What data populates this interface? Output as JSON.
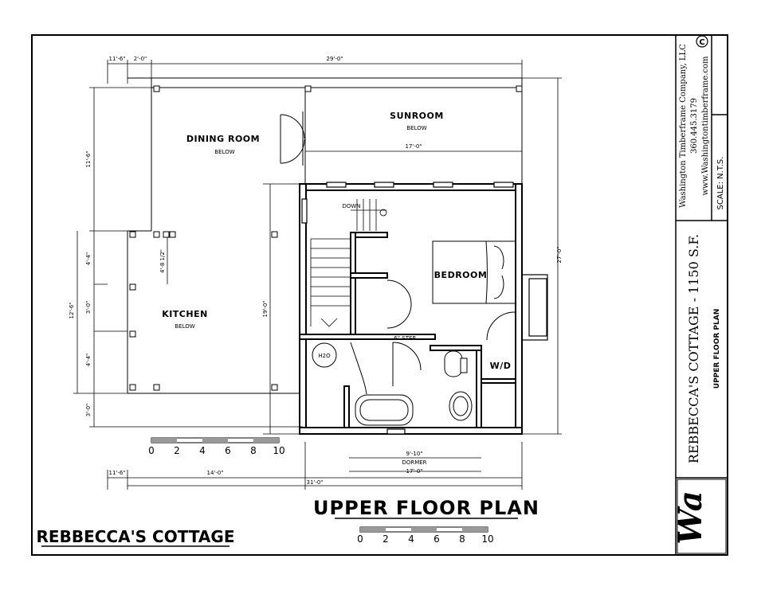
{
  "rooms": {
    "dining": {
      "name": "DINING ROOM",
      "note": "BELOW"
    },
    "sunroom": {
      "name": "SUNROOM",
      "note": "BELOW"
    },
    "kitchen": {
      "name": "KITCHEN",
      "note": "BELOW"
    },
    "bedroom": {
      "name": "BEDROOM"
    },
    "wd": {
      "name": "W/D"
    },
    "h2o": {
      "name": "H2O"
    },
    "down": {
      "name": "DOWN"
    },
    "step": {
      "name": "6\" STEP"
    },
    "dormer": {
      "name": "DORMER"
    }
  },
  "dimensions": {
    "top_a": "11'-6\"",
    "top_b": "2'-0\"",
    "top_c": "29'-0\"",
    "sun_width": "17'-0\"",
    "overall_depth": "27'-0\"",
    "left_upper": "11'-6\"",
    "left_a": "4'-4\"",
    "left_b": "3'-0\"",
    "left_c": "4'-4\"",
    "left_total": "12'-6\"",
    "left_bottom": "3'-0\"",
    "kitchen_stub": "4'-8 1/2\"",
    "stair_height": "19'-0\"",
    "dormer_inner": "9'-10\"",
    "dormer_outer": "17'-0\"",
    "bottom_a": "11'-6\"",
    "bottom_b": "14'-0\"",
    "bottom_total": "31'-0\""
  },
  "scale_bar": {
    "ticks": [
      "0",
      "2",
      "4",
      "6",
      "8",
      "10"
    ]
  },
  "plan_title": "UPPER FLOOR PLAN",
  "project_name": "REBBECCA'S COTTAGE",
  "title_block": {
    "company": "Washington Timberframe Company, LLC",
    "phone": "360.445.3179",
    "website": "www.Washingtontimberframe.com",
    "scale": "SCALE: N.T.S.",
    "sheet_title": "REBBECCA'S COTTAGE - 1150 S.F.",
    "sheet_subtitle": "UPPER FLOOR PLAN",
    "logo_text": "Wa",
    "copyright": "C"
  }
}
